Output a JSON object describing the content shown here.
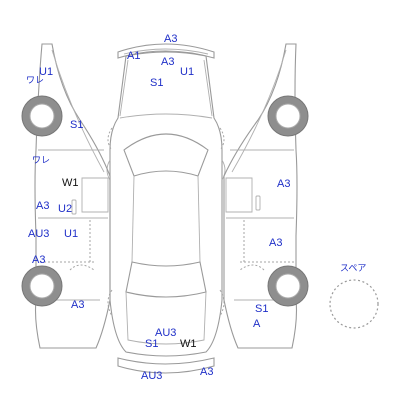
{
  "marks": {
    "front_bumper": {
      "top": "A3",
      "a1": "A1",
      "a3": "A3",
      "u1": "U1",
      "s1": "S1"
    },
    "left_side": {
      "fender_u1": "U1",
      "fender_ware": "ワレ",
      "s1": "S1",
      "door_ware": "ワレ",
      "w1": "W1",
      "a3": "A3",
      "u2": "U2",
      "au3": "AU3",
      "u1": "U1",
      "rear_a3": "A3",
      "quarter_a3": "A3"
    },
    "right_side": {
      "door_a3": "A3",
      "lower_a3": "A3",
      "s1": "S1",
      "a": "A"
    },
    "rear": {
      "au3": "AU3",
      "s1": "S1",
      "w1": "W1",
      "bottom_au3": "AU3",
      "bottom_a3": "A3"
    },
    "spare": {
      "label": "スペア"
    }
  },
  "colors": {
    "code_text": "#1f2fc8",
    "window_code_text": "#111111",
    "outline": "#9a9a9a",
    "tire": "#8e8e8e"
  }
}
